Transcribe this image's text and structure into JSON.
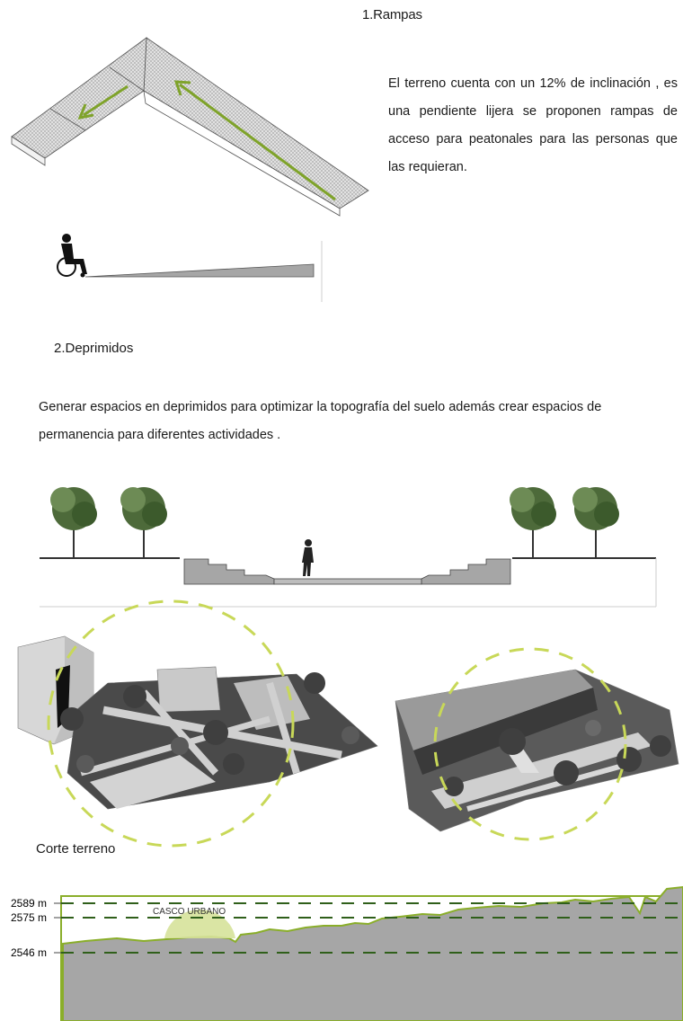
{
  "section1": {
    "title": "1.Rampas",
    "description": "El terreno cuenta con un 12% de inclinación , es una pendiente lijera se proponen rampas de acceso para peatonales para las personas que las requieran."
  },
  "section2": {
    "title": "2.Deprimidos",
    "description": "Generar espacios en deprimidos para optimizar la topografía del suelo además crear espacios de permanencia para diferentes actividades ."
  },
  "profile": {
    "caption": "Corte terreno",
    "zone_label": "CASCO URBANO",
    "elevations": [
      "2589 m",
      "2575 m",
      "2546 m"
    ]
  },
  "colors": {
    "accent_green": "#8aae2a",
    "dash_green": "#2f5f1a",
    "terrain_gray": "#a6a6a6",
    "hatch_gray": "#cfcfcf",
    "circle_lime": "#c8d858"
  }
}
